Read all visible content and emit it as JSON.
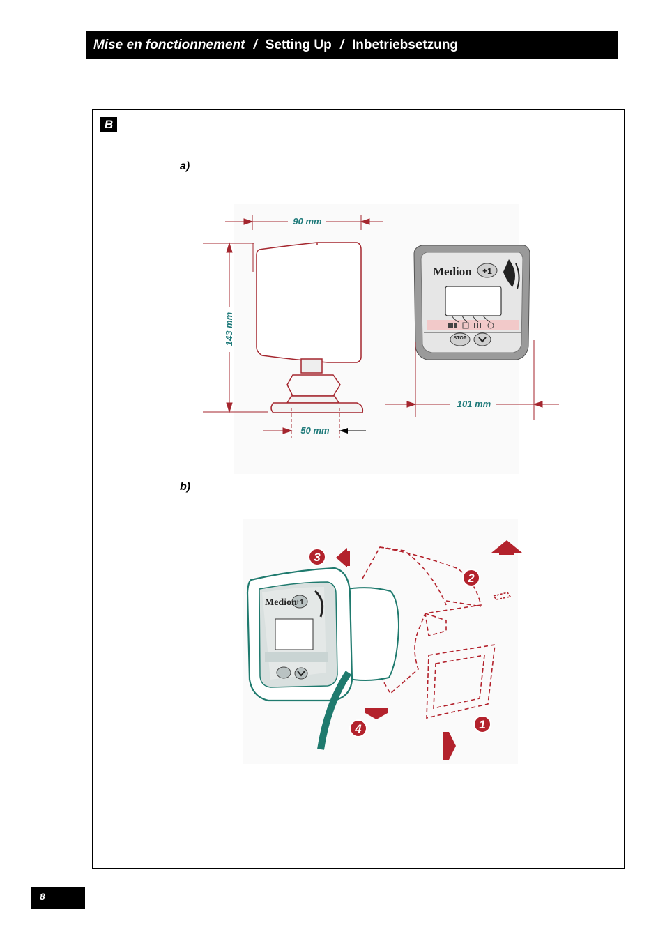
{
  "header": {
    "title_fr": "Mise en fonctionnement",
    "separator_1": "/",
    "title_en": "Setting Up",
    "separator_2": "/",
    "title_de": "Inbetriebsetzung"
  },
  "section": {
    "badge": "B",
    "sub_a": "a)",
    "sub_b": "b)"
  },
  "figure_a": {
    "dim_width_side": "90 mm",
    "dim_height_side": "143 mm",
    "dim_base": "50 mm",
    "dim_width_front": "101 mm",
    "brand": "Medion",
    "plus_button": "+1",
    "stop_button": "STOP"
  },
  "figure_b": {
    "brand": "Medion",
    "plus_button": "+1",
    "steps": [
      "1",
      "2",
      "3",
      "4"
    ]
  },
  "colors": {
    "dimension_line": "#a4262e",
    "dimension_text": "#1f7a7a",
    "device_outline": "#a4262e",
    "device_teal": "#1f7a6e",
    "arrow_red": "#b3222c",
    "display_pink": "#f2c9c9"
  },
  "footer": {
    "page_number": "8"
  }
}
